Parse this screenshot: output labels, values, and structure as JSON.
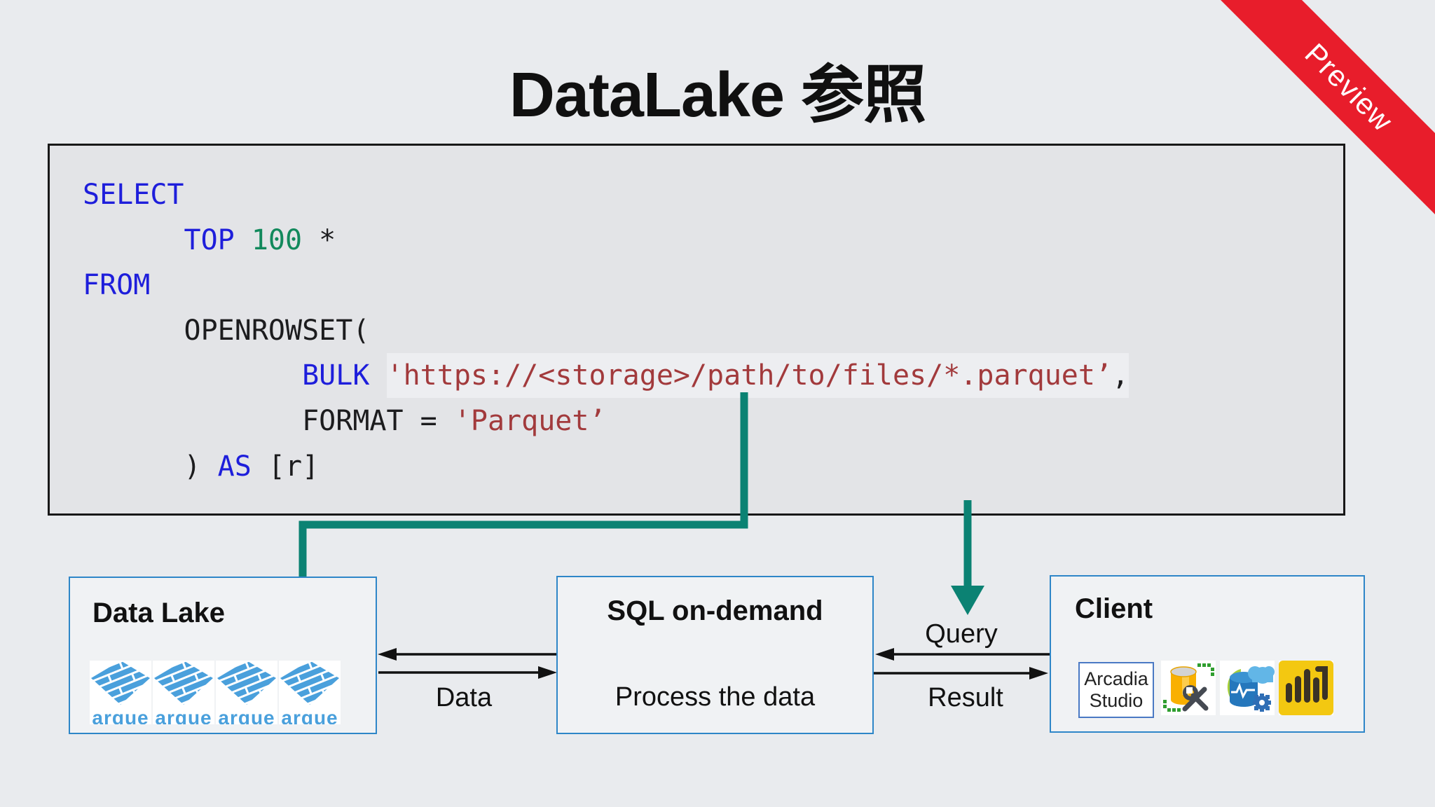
{
  "title": "DataLake 参照",
  "ribbon": {
    "label": "Preview"
  },
  "code": {
    "lines": [
      [
        {
          "t": "SELECT",
          "c": "kw"
        }
      ],
      [
        {
          "t": "      ",
          "c": "pl"
        },
        {
          "t": "TOP",
          "c": "kw"
        },
        {
          "t": " ",
          "c": "pl"
        },
        {
          "t": "100",
          "c": "num"
        },
        {
          "t": " *",
          "c": "pl"
        }
      ],
      [
        {
          "t": "FROM",
          "c": "kw"
        }
      ],
      [
        {
          "t": "      OPENROWSET(",
          "c": "pl"
        }
      ],
      [
        {
          "t": "             ",
          "c": "pl"
        },
        {
          "t": "BULK",
          "c": "kw"
        },
        {
          "t": " ",
          "c": "pl"
        },
        {
          "t": "'https://<storage>/path/to/files/*.parquet’",
          "c": "str",
          "hl": true
        },
        {
          "t": ",",
          "c": "pl",
          "hl": true
        }
      ],
      [
        {
          "t": "             FORMAT = ",
          "c": "pl"
        },
        {
          "t": "'Parquet’",
          "c": "str"
        }
      ],
      [
        {
          "t": "      ) ",
          "c": "pl"
        },
        {
          "t": "AS",
          "c": "kw"
        },
        {
          "t": " [r]",
          "c": "pl"
        }
      ]
    ]
  },
  "diagram": {
    "datalake": {
      "title": "Data Lake",
      "parquet_label": "arque",
      "tile_count": 4
    },
    "sql": {
      "title": "SQL on-demand",
      "subtitle": "Process the data"
    },
    "client": {
      "title": "Client",
      "arcadia": {
        "line1": "Arcadia",
        "line2": "Studio"
      }
    },
    "labels": {
      "data": "Data",
      "query": "Query",
      "result": "Result"
    }
  },
  "colors": {
    "ribbon_red": "#e81d2b",
    "teal_arrow": "#0b8273",
    "box_border": "#2e86c8",
    "keyword_blue": "#1e1edb",
    "number_green": "#12895c",
    "string_red": "#a23a3c"
  }
}
